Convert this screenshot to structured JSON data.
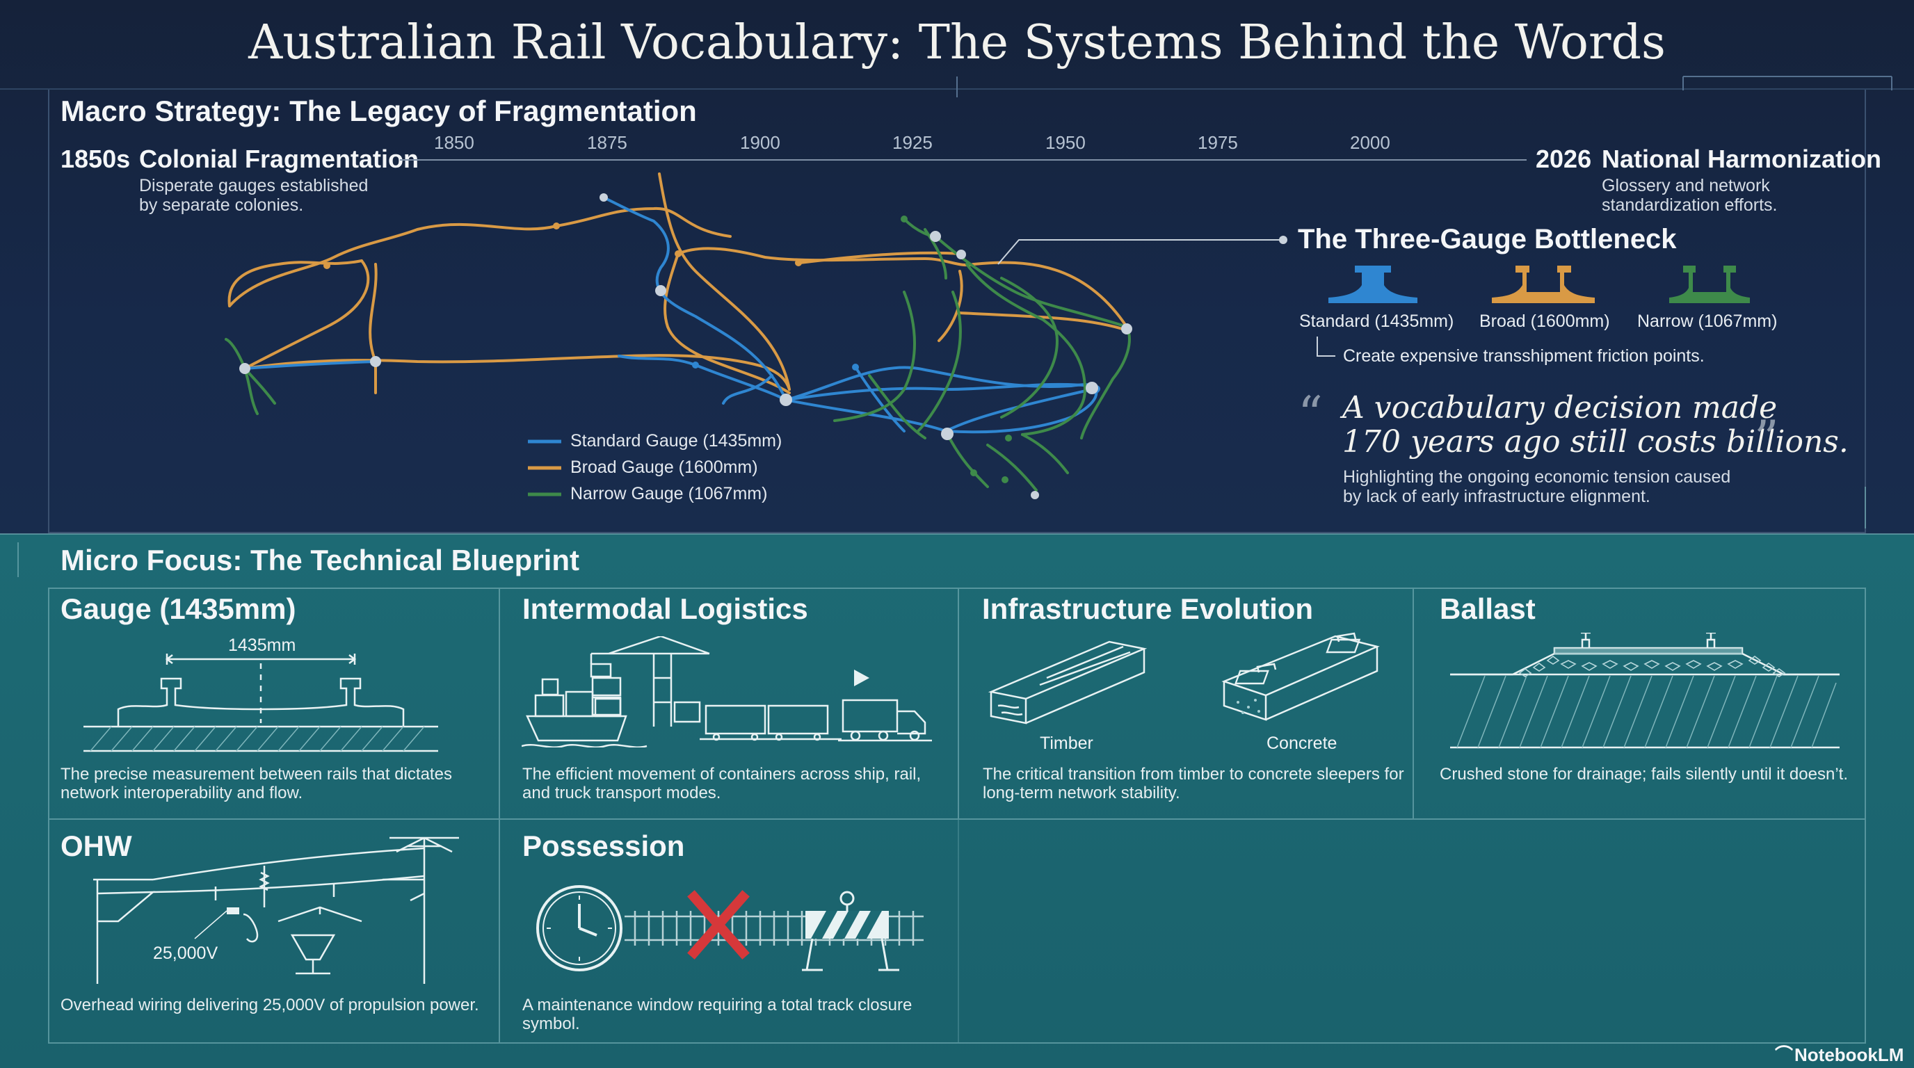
{
  "title": "Australian Rail Vocabulary: The Systems Behind the Words",
  "macro": {
    "heading": "Macro Strategy: The Legacy of Fragmentation",
    "start": {
      "year": "1850s",
      "title": "Colonial Fragmentation",
      "desc": "Disperate gauges established by separate colonies."
    },
    "end": {
      "year": "2026",
      "title": "National Harmonization",
      "desc": "Glossery and network standardization efforts."
    },
    "timeline_ticks": [
      "1850",
      "1875",
      "1900",
      "1925",
      "1950",
      "1975",
      "2000"
    ],
    "legend": [
      {
        "label": "Standard Gauge (1435mm)",
        "color": "#2f86d1"
      },
      {
        "label": "Broad Gauge (1600mm)",
        "color": "#d99a45"
      },
      {
        "label": "Narrow Gauge (1067mm)",
        "color": "#3e8a4a"
      }
    ],
    "bottleneck": {
      "title": "The Three-Gauge Bottleneck",
      "gauges": [
        {
          "label": "Standard (1435mm)",
          "color": "#2f86d1"
        },
        {
          "label": "Broad (1600mm)",
          "color": "#d99a45"
        },
        {
          "label": "Narrow (1067mm)",
          "color": "#3e8a4a"
        }
      ],
      "note": "Create expensive transshipment friction points."
    },
    "quote": {
      "line1": "A vocabulary decision made",
      "line2": "170 years ago still costs billions.",
      "desc": "Highlighting the ongoing economic tension caused by lack of early infrastructure elignment."
    }
  },
  "micro": {
    "heading": "Micro Focus: The Technical Blueprint",
    "cards": [
      {
        "title": "Gauge (1435mm)",
        "label": "1435mm",
        "desc": "The precise measurement between rails that dictates network interoperability and flow."
      },
      {
        "title": "Intermodal Logistics",
        "desc": "The efficient movement of containers across ship, rail, and truck transport modes."
      },
      {
        "title": "Infrastructure Evolution",
        "label_a": "Timber",
        "label_b": "Concrete",
        "desc": "The critical transition from timber to concrete sleepers for long-term network stability."
      },
      {
        "title": "Ballast",
        "desc": "Crushed stone for drainage; fails silently until it doesn’t."
      },
      {
        "title": "OHW",
        "label": "25,000V",
        "desc": "Overhead wiring delivering 25,000V of propulsion power."
      },
      {
        "title": "Possession",
        "desc": "A maintenance window requiring a total track closure symbol."
      }
    ]
  },
  "brand": "NotebookLM"
}
